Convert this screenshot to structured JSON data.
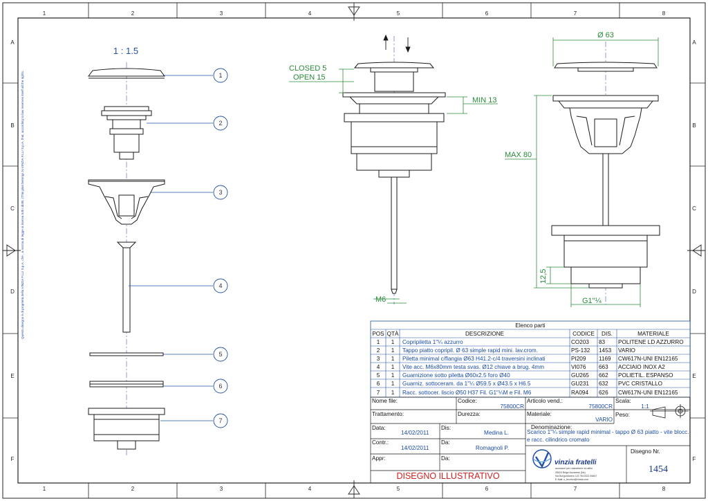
{
  "sheet": {
    "grid_cols": [
      "1",
      "2",
      "3",
      "4",
      "5",
      "6",
      "7",
      "8"
    ],
    "grid_rows": [
      "A",
      "B",
      "C",
      "D",
      "E",
      "F"
    ],
    "copyright_note": "Questo disegno è di proprietà della VINZIA F.LLI S.p.A. che , a norma di legge si riserva tutti i diritti. (This plan belongs to VINZIA F.LLI S.p.A. that, according to law reserves itself all the rights."
  },
  "exploded_view": {
    "scale": "1 : 1.5",
    "balloons": [
      "1",
      "2",
      "3",
      "4",
      "5",
      "6",
      "7"
    ]
  },
  "section_view": {
    "closed_label": "CLOSED 5",
    "open_label": "OPEN 15",
    "min_label": "MIN 13",
    "thread_label": "M6"
  },
  "side_view": {
    "diameter_label": "Ø 63",
    "max_label": "MAX 80",
    "height_label": "12,5",
    "thread_label": "G1\"¼"
  },
  "parts_list": {
    "title": "Elenco parti",
    "headers": [
      "POS",
      "QTÀ",
      "DESCRIZIONE",
      "CODICE",
      "DIS.",
      "MATERIALE"
    ],
    "rows": [
      [
        "1",
        "1",
        "Copripiletta 1\"¼  azzurro",
        "CO203",
        "83",
        "POLITENE LD AZZURRO"
      ],
      [
        "2",
        "1",
        "Tappo piatto copripil. Ø 63 simple rapid mini. lav.crom.",
        "PS-132",
        "1453",
        "VARIO"
      ],
      [
        "3",
        "1",
        "Piletta minimal c/flangia Ø63 H41.2-c/4 traversini inclinati",
        "PI209",
        "1169",
        "CW617N-UNI EN12165"
      ],
      [
        "4",
        "1",
        "Vite acc. M6x80mm testa svas. Ø12 chiave a brug. 4mm",
        "VI076",
        "663",
        "ACCIAIO INOX A2"
      ],
      [
        "5",
        "1",
        "Guarnizione sotto piletta Ø60x2.5 foro Ø40",
        "GU265",
        "662",
        "POLIETIL. ESPANSO"
      ],
      [
        "6",
        "1",
        "Guarniz. sottoceram. da 1\"¼ Ø59.5 x Ø43.5 x H6.5",
        "GU231",
        "632",
        "PVC CRISTALLO"
      ],
      [
        "7",
        "1",
        "Racc. sottocer. liscio Ø50 H37 Fil. G1\"¼M e Fil. M6",
        "RA094",
        "626",
        "CW617N-UNI EN12165"
      ]
    ]
  },
  "title_block": {
    "nome_file_label": "Nome file:",
    "codice_label": "Codice:",
    "codice_value": "75800CR",
    "articolo_label": "Articolo vend.:",
    "articolo_value": "75800CR",
    "scala_label": "Scala:",
    "scala_value": "1:1",
    "trattamento_label": "Trattamento:",
    "durezza_label": "Durezza:",
    "materiale_label": "Materiale:",
    "materiale_value": "VARIO",
    "peso_label": "Peso:",
    "data_label": "Data:",
    "data_value": "14/02/2011",
    "dis_label": "Dis:",
    "dis_value": "Medina L.",
    "denominazione_label": "Denominazione:",
    "denominazione_value": "Scarico 1\"¼ simple rapid minimal - tappo Ø 63 piatto - vite blocc. e racc. cilindrico cromato",
    "contr_label": "Contr.:",
    "contr_date": "14/02/2011",
    "da_label": "Da:",
    "da_value": "Romagnoli P.",
    "appr_label": "Appr:",
    "appr_da_label": "Da:",
    "disegno_nr_label": "Disegno Nr.",
    "disegno_nr_value": "1454",
    "footer_title": "DISEGNO ILLUSTRATIVO",
    "company_name": "vinzia fratelli",
    "company_tagline": "accessori per rubinetterie ed affini",
    "company_address_1": "28024 Briga Novarese (No)",
    "company_address_2": "Via Borgomanero 121  Tel.0322.94847",
    "company_address_3": "E-Mail: u_tecnico@vinzia.com"
  },
  "colors": {
    "ink": "#1a1a1a",
    "dimension": "#2a8a3a",
    "label_blue": "#2050a8",
    "centerline": "#6a6ad0"
  }
}
